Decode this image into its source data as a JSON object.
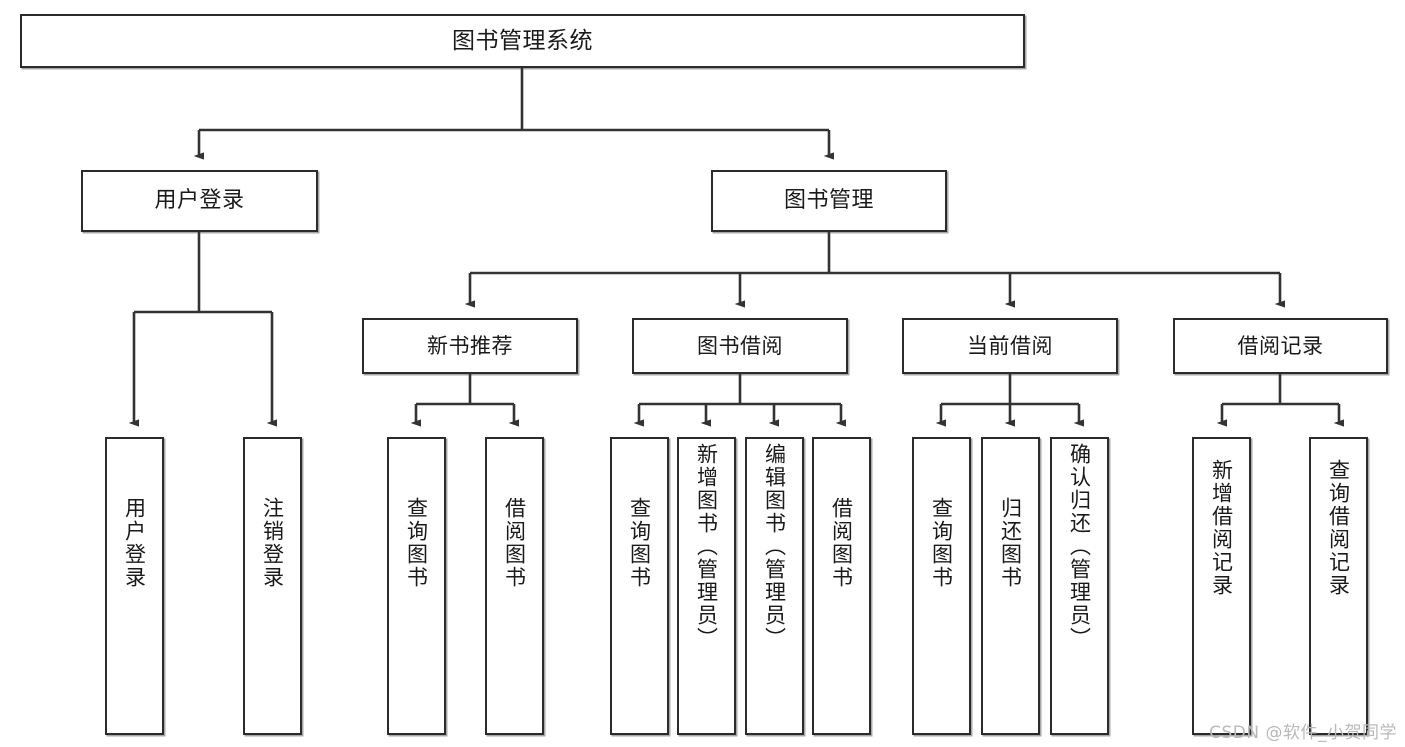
{
  "diagram": {
    "type": "tree-hierarchy",
    "title": "图书管理系统",
    "watermark": "CSDN @软件_小贺同学",
    "colors": {
      "box_border": "#2b2b2b",
      "box_fill": "#ffffff",
      "edge": "#333333",
      "text": "#1a1a1a",
      "watermark": "#b9b9b9",
      "background": "#ffffff"
    },
    "nodes": {
      "root": {
        "label": "图书管理系统"
      },
      "level2": [
        {
          "label": "用户登录"
        },
        {
          "label": "图书管理"
        }
      ],
      "level3": [
        {
          "label": "新书推荐"
        },
        {
          "label": "图书借阅"
        },
        {
          "label": "当前借阅"
        },
        {
          "label": "借阅记录"
        }
      ],
      "leaves": {
        "user_login": [
          {
            "label": "用户登录"
          },
          {
            "label": "注销登录"
          }
        ],
        "new_book_recommend": [
          {
            "label": "查询图书"
          },
          {
            "label": "借阅图书"
          }
        ],
        "book_borrow": [
          {
            "label": "查询图书"
          },
          {
            "label": "新增图书（管理员）"
          },
          {
            "label": "编辑图书（管理员）"
          },
          {
            "label": "借阅图书"
          }
        ],
        "current_borrow": [
          {
            "label": "查询图书"
          },
          {
            "label": "归还图书"
          },
          {
            "label": "确认归还（管理员）"
          }
        ],
        "borrow_record": [
          {
            "label": "新增借阅记录"
          },
          {
            "label": "查询借阅记录"
          }
        ]
      }
    }
  }
}
